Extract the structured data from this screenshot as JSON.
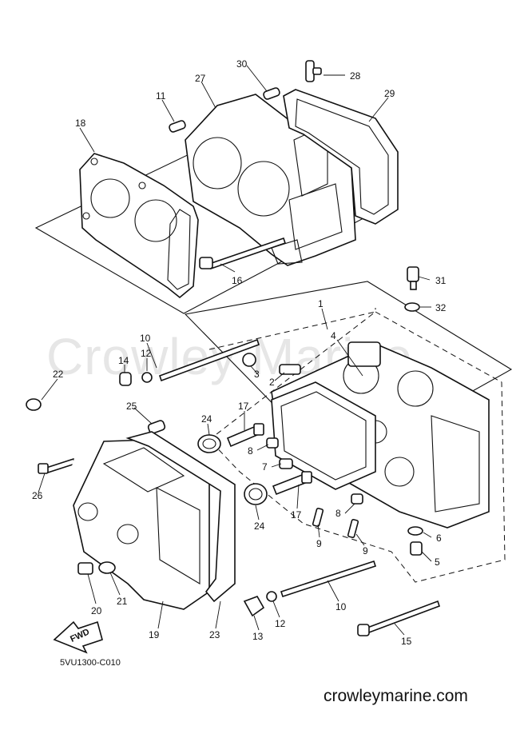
{
  "watermark": "Crowley Marine",
  "website": "crowleymarine.com",
  "diagram_code": "5VU1300-C010",
  "fwd_label": "FWD",
  "callouts": [
    {
      "id": "c1",
      "label": "1"
    },
    {
      "id": "c2",
      "label": "2"
    },
    {
      "id": "c3",
      "label": "3"
    },
    {
      "id": "c4",
      "label": "4"
    },
    {
      "id": "c5",
      "label": "5"
    },
    {
      "id": "c6",
      "label": "6"
    },
    {
      "id": "c7",
      "label": "7"
    },
    {
      "id": "c8a",
      "label": "8"
    },
    {
      "id": "c8b",
      "label": "8"
    },
    {
      "id": "c9a",
      "label": "9"
    },
    {
      "id": "c9b",
      "label": "9"
    },
    {
      "id": "c10a",
      "label": "10"
    },
    {
      "id": "c10b",
      "label": "10"
    },
    {
      "id": "c11",
      "label": "11"
    },
    {
      "id": "c12a",
      "label": "12"
    },
    {
      "id": "c12b",
      "label": "12"
    },
    {
      "id": "c13",
      "label": "13"
    },
    {
      "id": "c14",
      "label": "14"
    },
    {
      "id": "c15",
      "label": "15"
    },
    {
      "id": "c16",
      "label": "16"
    },
    {
      "id": "c17a",
      "label": "17"
    },
    {
      "id": "c17b",
      "label": "17"
    },
    {
      "id": "c18",
      "label": "18"
    },
    {
      "id": "c19",
      "label": "19"
    },
    {
      "id": "c20",
      "label": "20"
    },
    {
      "id": "c21",
      "label": "21"
    },
    {
      "id": "c22",
      "label": "22"
    },
    {
      "id": "c23",
      "label": "23"
    },
    {
      "id": "c24a",
      "label": "24"
    },
    {
      "id": "c24b",
      "label": "24"
    },
    {
      "id": "c25",
      "label": "25"
    },
    {
      "id": "c26",
      "label": "26"
    },
    {
      "id": "c27",
      "label": "27"
    },
    {
      "id": "c28",
      "label": "28"
    },
    {
      "id": "c29",
      "label": "29"
    },
    {
      "id": "c30",
      "label": "30"
    },
    {
      "id": "c31",
      "label": "31"
    },
    {
      "id": "c32",
      "label": "32"
    }
  ]
}
